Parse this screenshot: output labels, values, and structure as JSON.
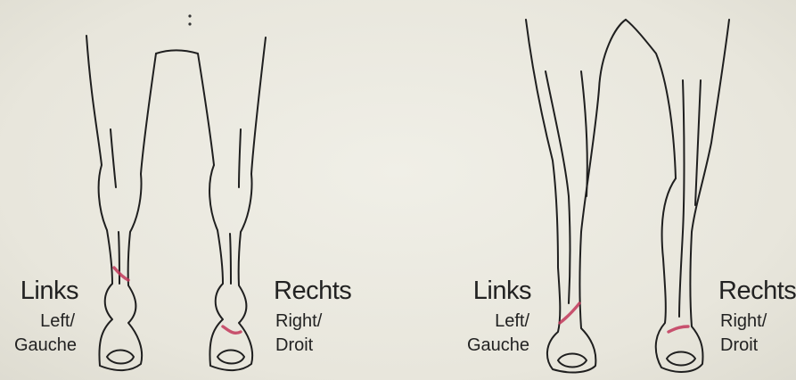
{
  "front_pair": {
    "left": {
      "main": "Links",
      "sub1": "Left/",
      "sub2": "Gauche"
    },
    "right": {
      "main": "Rechts",
      "sub1": "Right/",
      "sub2": "Droit"
    }
  },
  "hind_pair": {
    "left": {
      "main": "Links",
      "sub1": "Left/",
      "sub2": "Gauche"
    },
    "right": {
      "main": "Rechts",
      "sub1": "Right/",
      "sub2": "Droit"
    }
  },
  "colors": {
    "marking": "#c2375a",
    "ink": "#1f1f1f",
    "paper": "#ecebe2"
  }
}
